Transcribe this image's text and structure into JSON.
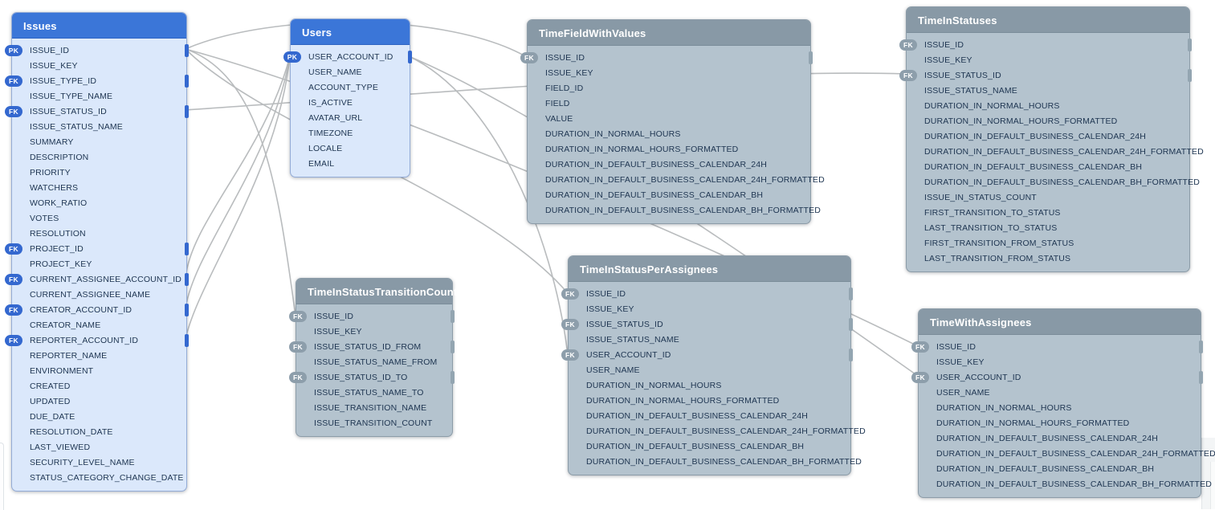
{
  "diagram": {
    "type": "entity-relationship-diagram",
    "colors": {
      "blue_header": "#3b76d8",
      "blue_body": "#dbe8fb",
      "blue_badge": "#3468cf",
      "gray_header": "#8899a6",
      "gray_body": "#b4c3ce",
      "gray_badge": "#8d9eab",
      "wire": "#b9bcbe"
    },
    "tables": [
      {
        "id": "issues",
        "name": "Issues",
        "theme": "blue",
        "columns": [
          {
            "key": "PK",
            "label": "ISSUE_ID"
          },
          {
            "label": "ISSUE_KEY"
          },
          {
            "key": "FK",
            "label": "ISSUE_TYPE_ID"
          },
          {
            "label": "ISSUE_TYPE_NAME"
          },
          {
            "key": "FK",
            "label": "ISSUE_STATUS_ID"
          },
          {
            "label": "ISSUE_STATUS_NAME"
          },
          {
            "label": "SUMMARY"
          },
          {
            "label": "DESCRIPTION"
          },
          {
            "label": "PRIORITY"
          },
          {
            "label": "WATCHERS"
          },
          {
            "label": "WORK_RATIO"
          },
          {
            "label": "VOTES"
          },
          {
            "label": "RESOLUTION"
          },
          {
            "key": "FK",
            "label": "PROJECT_ID"
          },
          {
            "label": "PROJECT_KEY"
          },
          {
            "key": "FK",
            "label": "CURRENT_ASSIGNEE_ACCOUNT_ID"
          },
          {
            "label": "CURRENT_ASSIGNEE_NAME"
          },
          {
            "key": "FK",
            "label": "CREATOR_ACCOUNT_ID"
          },
          {
            "label": "CREATOR_NAME"
          },
          {
            "key": "FK",
            "label": "REPORTER_ACCOUNT_ID"
          },
          {
            "label": "REPORTER_NAME"
          },
          {
            "label": "ENVIRONMENT"
          },
          {
            "label": "CREATED"
          },
          {
            "label": "UPDATED"
          },
          {
            "label": "DUE_DATE"
          },
          {
            "label": "RESOLUTION_DATE"
          },
          {
            "label": "LAST_VIEWED"
          },
          {
            "label": "SECURITY_LEVEL_NAME"
          },
          {
            "label": "STATUS_CATEGORY_CHANGE_DATE"
          }
        ]
      },
      {
        "id": "users",
        "name": "Users",
        "theme": "blue",
        "columns": [
          {
            "key": "PK",
            "label": "USER_ACCOUNT_ID"
          },
          {
            "label": "USER_NAME"
          },
          {
            "label": "ACCOUNT_TYPE"
          },
          {
            "label": "IS_ACTIVE"
          },
          {
            "label": "AVATAR_URL"
          },
          {
            "label": "TIMEZONE"
          },
          {
            "label": "LOCALE"
          },
          {
            "label": "EMAIL"
          }
        ]
      },
      {
        "id": "tfwv",
        "name": "TimeFieldWithValues",
        "theme": "gray",
        "columns": [
          {
            "key": "FK",
            "label": "ISSUE_ID"
          },
          {
            "label": "ISSUE_KEY"
          },
          {
            "label": "FIELD_ID"
          },
          {
            "label": "FIELD"
          },
          {
            "label": "VALUE"
          },
          {
            "label": "DURATION_IN_NORMAL_HOURS"
          },
          {
            "label": "DURATION_IN_NORMAL_HOURS_FORMATTED"
          },
          {
            "label": "DURATION_IN_DEFAULT_BUSINESS_CALENDAR_24H"
          },
          {
            "label": "DURATION_IN_DEFAULT_BUSINESS_CALENDAR_24H_FORMATTED"
          },
          {
            "label": "DURATION_IN_DEFAULT_BUSINESS_CALENDAR_BH"
          },
          {
            "label": "DURATION_IN_DEFAULT_BUSINESS_CALENDAR_BH_FORMATTED"
          }
        ]
      },
      {
        "id": "tis",
        "name": "TimeInStatuses",
        "theme": "gray",
        "columns": [
          {
            "key": "FK",
            "label": "ISSUE_ID"
          },
          {
            "label": "ISSUE_KEY"
          },
          {
            "key": "FK",
            "label": "ISSUE_STATUS_ID"
          },
          {
            "label": "ISSUE_STATUS_NAME"
          },
          {
            "label": "DURATION_IN_NORMAL_HOURS"
          },
          {
            "label": "DURATION_IN_NORMAL_HOURS_FORMATTED"
          },
          {
            "label": "DURATION_IN_DEFAULT_BUSINESS_CALENDAR_24H"
          },
          {
            "label": "DURATION_IN_DEFAULT_BUSINESS_CALENDAR_24H_FORMATTED"
          },
          {
            "label": "DURATION_IN_DEFAULT_BUSINESS_CALENDAR_BH"
          },
          {
            "label": "DURATION_IN_DEFAULT_BUSINESS_CALENDAR_BH_FORMATTED"
          },
          {
            "label": "ISSUE_IN_STATUS_COUNT"
          },
          {
            "label": "FIRST_TRANSITION_TO_STATUS"
          },
          {
            "label": "LAST_TRANSITION_TO_STATUS"
          },
          {
            "label": "FIRST_TRANSITION_FROM_STATUS"
          },
          {
            "label": "LAST_TRANSITION_FROM_STATUS"
          }
        ]
      },
      {
        "id": "tc",
        "name": "TimeInStatusTransitionCount",
        "theme": "gray",
        "columns": [
          {
            "key": "FK",
            "label": "ISSUE_ID"
          },
          {
            "label": "ISSUE_KEY"
          },
          {
            "key": "FK",
            "label": "ISSUE_STATUS_ID_FROM"
          },
          {
            "label": "ISSUE_STATUS_NAME_FROM"
          },
          {
            "key": "FK",
            "label": "ISSUE_STATUS_ID_TO"
          },
          {
            "label": "ISSUE_STATUS_NAME_TO"
          },
          {
            "label": "ISSUE_TRANSITION_NAME"
          },
          {
            "label": "ISSUE_TRANSITION_COUNT"
          }
        ]
      },
      {
        "id": "pa",
        "name": "TimeInStatusPerAssignees",
        "theme": "gray",
        "columns": [
          {
            "key": "FK",
            "label": "ISSUE_ID"
          },
          {
            "label": "ISSUE_KEY"
          },
          {
            "key": "FK",
            "label": "ISSUE_STATUS_ID"
          },
          {
            "label": "ISSUE_STATUS_NAME"
          },
          {
            "key": "FK",
            "label": "USER_ACCOUNT_ID"
          },
          {
            "label": "USER_NAME"
          },
          {
            "label": "DURATION_IN_NORMAL_HOURS"
          },
          {
            "label": "DURATION_IN_NORMAL_HOURS_FORMATTED"
          },
          {
            "label": "DURATION_IN_DEFAULT_BUSINESS_CALENDAR_24H"
          },
          {
            "label": "DURATION_IN_DEFAULT_BUSINESS_CALENDAR_24H_FORMATTED"
          },
          {
            "label": "DURATION_IN_DEFAULT_BUSINESS_CALENDAR_BH"
          },
          {
            "label": "DURATION_IN_DEFAULT_BUSINESS_CALENDAR_BH_FORMATTED"
          }
        ]
      },
      {
        "id": "twa",
        "name": "TimeWithAssignees",
        "theme": "gray",
        "columns": [
          {
            "key": "FK",
            "label": "ISSUE_ID"
          },
          {
            "label": "ISSUE_KEY"
          },
          {
            "key": "FK",
            "label": "USER_ACCOUNT_ID"
          },
          {
            "label": "USER_NAME"
          },
          {
            "label": "DURATION_IN_NORMAL_HOURS"
          },
          {
            "label": "DURATION_IN_NORMAL_HOURS_FORMATTED"
          },
          {
            "label": "DURATION_IN_DEFAULT_BUSINESS_CALENDAR_24H"
          },
          {
            "label": "DURATION_IN_DEFAULT_BUSINESS_CALENDAR_24H_FORMATTED"
          },
          {
            "label": "DURATION_IN_DEFAULT_BUSINESS_CALENDAR_BH"
          },
          {
            "label": "DURATION_IN_DEFAULT_BUSINESS_CALENDAR_BH_FORMATTED"
          }
        ]
      }
    ],
    "connections": [
      {
        "from": "Issues.ISSUE_ID",
        "to": "TimeFieldWithValues.ISSUE_ID"
      },
      {
        "from": "Issues.ISSUE_ID",
        "to": "TimeInStatusTransitionCount.ISSUE_ID"
      },
      {
        "from": "Issues.ISSUE_ID",
        "to": "TimeInStatusPerAssignees.ISSUE_ID"
      },
      {
        "from": "Issues.ISSUE_ID",
        "to": "TimeWithAssignees.ISSUE_ID"
      },
      {
        "from": "Issues.ISSUE_STATUS_ID",
        "to": "TimeInStatuses.ISSUE_STATUS_ID"
      },
      {
        "from": "Users.USER_ACCOUNT_ID",
        "to": "Issues.CURRENT_ASSIGNEE_ACCOUNT_ID"
      },
      {
        "from": "Users.USER_ACCOUNT_ID",
        "to": "Issues.CREATOR_ACCOUNT_ID"
      },
      {
        "from": "Users.USER_ACCOUNT_ID",
        "to": "Issues.REPORTER_ACCOUNT_ID"
      },
      {
        "from": "Users.USER_ACCOUNT_ID",
        "to": "TimeInStatusPerAssignees.USER_ACCOUNT_ID"
      },
      {
        "from": "Users.USER_ACCOUNT_ID",
        "to": "TimeWithAssignees.USER_ACCOUNT_ID"
      }
    ]
  }
}
